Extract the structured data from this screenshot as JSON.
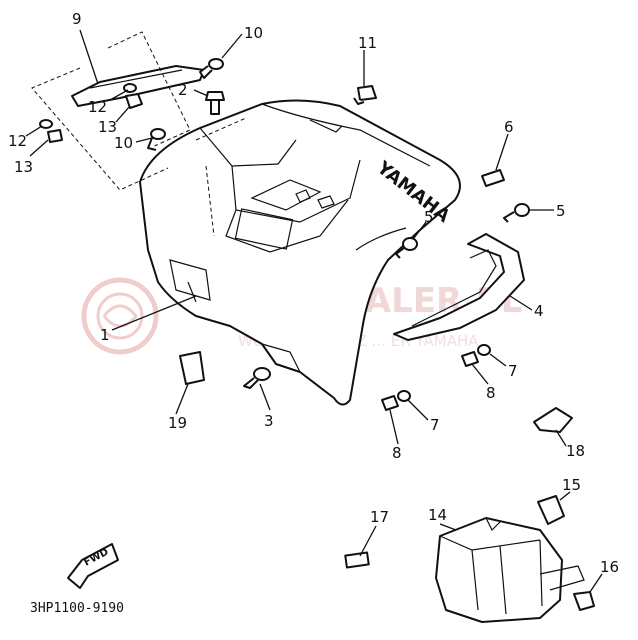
{
  "diagram": {
    "doc_number": "3HP1100-9190",
    "fwd_label": "FWD",
    "brand_embossed": "YAMAHA",
    "watermark": {
      "title": "YAMA-GALER.PL",
      "subtitle": "WOJCIECHOWICZ ... ER YAMAHA"
    },
    "callouts": {
      "c1": "1",
      "c2": "2",
      "c3": "3",
      "c4": "4",
      "c5a": "5",
      "c5b": "5",
      "c7a": "7",
      "c7b": "7",
      "c8a": "8",
      "c8b": "8",
      "c9": "9",
      "c10a": "10",
      "c10b": "10",
      "c11": "11",
      "c12a": "12",
      "c12b": "12",
      "c13a": "13",
      "c13b": "13",
      "c14": "14",
      "c15": "15",
      "c16": "16",
      "c17": "17",
      "c18": "18",
      "c19": "19",
      "c6": "6"
    }
  }
}
